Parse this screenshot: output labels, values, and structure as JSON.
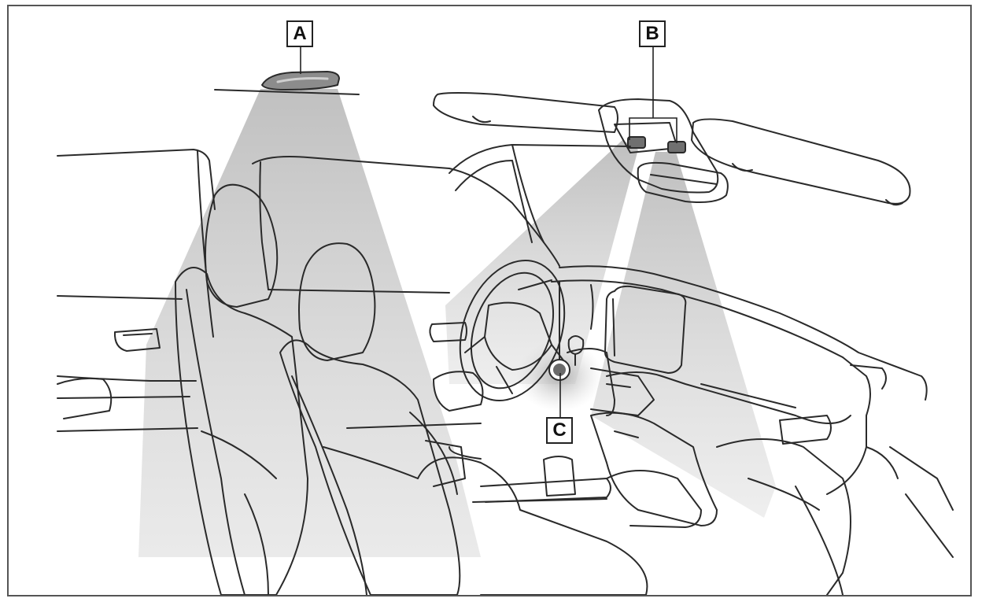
{
  "diagram": {
    "callouts": [
      {
        "id": "A",
        "label": "A"
      },
      {
        "id": "B",
        "label": "B"
      },
      {
        "id": "C",
        "label": "C"
      }
    ],
    "colors": {
      "line": "#2a2a2a",
      "beam": "#cfcfcf",
      "frame": "#555555"
    }
  }
}
